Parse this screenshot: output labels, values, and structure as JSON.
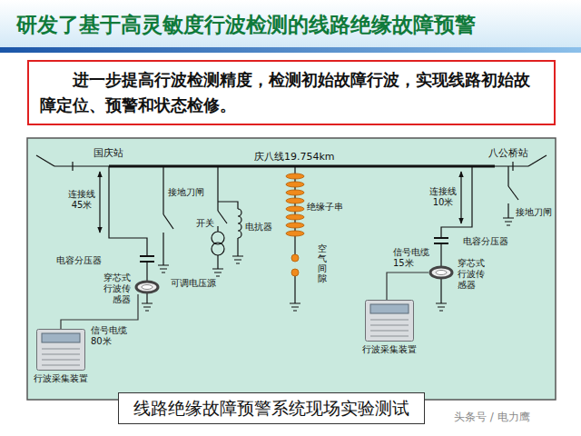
{
  "diagram": {
    "title": "研发了基于高灵敏度行波检测的线路绝缘故障预警",
    "caption": "线路绝缘故障预警系统现场实验测试",
    "nodes": [
      {
        "text": [
          "进一步提高行波检测精度，检测初始故障行波，实现线路初始故障定位、预警和状态检修。"
        ]
      },
      {
        "text": [
          "穿芯式 行波传 感器"
        ]
      },
      {
        "text": [
          "行波采集装置"
        ]
      },
      {
        "text": [
          "穿芯式 行波传 感器"
        ]
      },
      {
        "text": [
          "行波采集装置"
        ]
      }
    ],
    "edges": [
      {
        "from": 1,
        "to": 2,
        "arrow": "none",
        "label": "信号电缆 80米"
      },
      {
        "from": 3,
        "to": 4,
        "arrow": "none",
        "label": "信号电缆 15米"
      }
    ],
    "labels": [
      "国庆站",
      "八公桥站",
      "庆八线19.754km",
      "连接线 45米",
      "接地刀闸",
      "开关",
      "电抗器",
      "可调电压源",
      "电容分压器",
      "绝缘子串",
      "空气间隙",
      "连接线 10米",
      "接地刀闸",
      "电容分压器",
      "头条号 / 电力鹰"
    ]
  }
}
